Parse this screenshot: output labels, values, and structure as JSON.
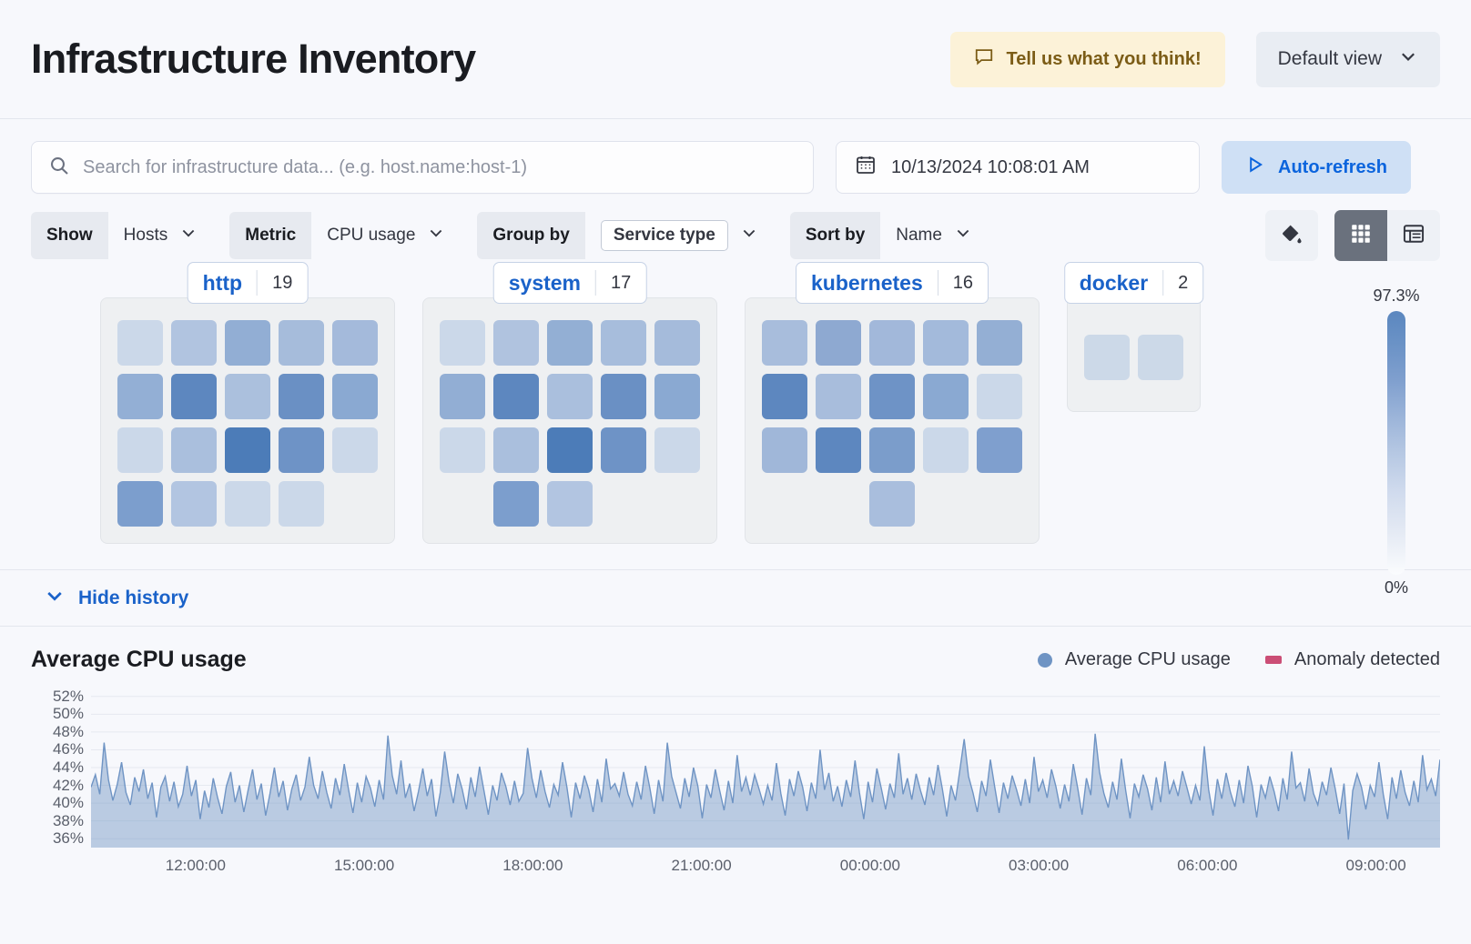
{
  "header": {
    "title": "Infrastructure Inventory",
    "feedback_label": "Tell us what you think!",
    "feedback_icon": "comment-icon",
    "view_label": "Default view",
    "view_icon": "chevron-down-icon"
  },
  "toolbar": {
    "search": {
      "placeholder": "Search for infrastructure data... (e.g. host.name:host-1)",
      "value": "",
      "icon": "search-icon"
    },
    "date": {
      "value": "10/13/2024 10:08:01 AM",
      "icon": "calendar-icon"
    },
    "refresh": {
      "label": "Auto-refresh",
      "icon": "play-icon"
    }
  },
  "filters": [
    {
      "label": "Show",
      "value": "Hosts",
      "boxed": false,
      "icon": "chevron-down-icon"
    },
    {
      "label": "Metric",
      "value": "CPU usage",
      "boxed": false,
      "icon": "chevron-down-icon"
    },
    {
      "label": "Group by",
      "value": "Service type",
      "boxed": true,
      "icon": "chevron-down-icon"
    },
    {
      "label": "Sort by",
      "value": "Name",
      "boxed": false,
      "icon": "chevron-down-icon"
    }
  ],
  "view_controls": {
    "palette_icon": "color-fill-icon",
    "grid_icon": "grid-view-icon",
    "table_icon": "table-view-icon",
    "active": "grid"
  },
  "legend": {
    "max_label": "97.3%",
    "min_label": "0%",
    "color_high": "#5b87bf",
    "color_low": "#fbfcfe"
  },
  "groups": [
    {
      "name": "http",
      "count": "19",
      "cells": [
        "#cbd8e9",
        "#b1c4e0",
        "#92aed4",
        "#a6bcdb",
        "#a4badb",
        "#93afd5",
        "#5d87bf",
        "#abc0dd",
        "#6a90c4",
        "#8aa9d2",
        "#cbd8e9",
        "#aabfdd",
        "#4c7cb8",
        "#6e93c6",
        "#cbd8e9",
        "#7c9ecd",
        "#b2c5e1",
        "#cbd8e9",
        "#cbd8e9"
      ]
    },
    {
      "name": "system",
      "count": "17",
      "cells": [
        "#cbd8e9",
        "#b0c3df",
        "#93afd4",
        "#a7bddc",
        "#a5bbdb",
        "#92aed4",
        "#5d87bf",
        "#aabfdd",
        "#6a90c4",
        "#8aa9d2",
        "#cbd8e9",
        "#aabfdd",
        "#4c7cb8",
        "#6e93c6",
        "#cbd8e9",
        "#7c9ecd",
        "#b2c5e1"
      ]
    },
    {
      "name": "kubernetes",
      "count": "16",
      "cells": [
        "#a8bddc",
        "#8ea9d1",
        "#a2b8da",
        "#a3badb",
        "#94afd4",
        "#5d87bf",
        "#a8bddc",
        "#6e93c6",
        "#8aa9d2",
        "#cbd8e9",
        "#a0b7d9",
        "#5d87bf",
        "#7b9dcb",
        "#cbd8e9",
        "#7f9fce",
        "#a9bedd"
      ]
    },
    {
      "name": "docker",
      "count": "2",
      "cells": [
        "#ccd9e8",
        "#ccd9e8"
      ]
    }
  ],
  "history_toggle": {
    "label": "Hide history",
    "icon": "chevron-down-icon"
  },
  "chart_data": {
    "type": "area",
    "title": "Average CPU usage",
    "xlabel": "",
    "ylabel": "",
    "ylim": [
      35,
      53
    ],
    "grid": true,
    "legend_position": "top-right",
    "legend": [
      {
        "name": "Average CPU usage",
        "color": "#6f94c4",
        "marker": "dot"
      },
      {
        "name": "Anomaly detected",
        "color": "#cb4e76",
        "marker": "square"
      }
    ],
    "ytick_labels": [
      "52%",
      "50%",
      "48%",
      "46%",
      "44%",
      "42%",
      "40%",
      "38%",
      "36%"
    ],
    "ytick_values": [
      52,
      50,
      48,
      46,
      44,
      42,
      40,
      38,
      36
    ],
    "xtick_labels": [
      "12:00:00",
      "15:00:00",
      "18:00:00",
      "21:00:00",
      "00:00:00",
      "03:00:00",
      "06:00:00",
      "09:00:00"
    ],
    "series": [
      {
        "name": "Average CPU usage",
        "color": "#6f94c4",
        "values": [
          41.8,
          43.2,
          41.0,
          46.8,
          42.6,
          40.3,
          42.1,
          44.6,
          41.2,
          39.8,
          42.9,
          41.3,
          43.8,
          40.5,
          42.3,
          38.4,
          41.8,
          43.0,
          40.2,
          42.4,
          39.6,
          41.0,
          44.2,
          40.8,
          42.6,
          38.2,
          41.4,
          39.5,
          42.8,
          40.6,
          38.8,
          41.9,
          43.5,
          40.1,
          42.0,
          39.0,
          41.5,
          43.8,
          40.4,
          42.2,
          38.6,
          41.1,
          44.0,
          40.7,
          42.5,
          39.2,
          41.6,
          43.2,
          40.3,
          41.8,
          45.2,
          42.0,
          40.5,
          43.6,
          41.2,
          39.4,
          42.8,
          40.9,
          44.4,
          41.5,
          38.9,
          42.3,
          40.1,
          43.0,
          41.7,
          39.6,
          42.6,
          40.4,
          47.6,
          43.1,
          41.0,
          44.8,
          40.6,
          42.2,
          39.1,
          41.3,
          43.9,
          40.8,
          42.7,
          38.5,
          41.2,
          45.8,
          42.4,
          40.0,
          43.3,
          41.6,
          39.3,
          42.9,
          40.7,
          44.1,
          41.4,
          38.7,
          42.0,
          40.3,
          43.4,
          41.9,
          39.8,
          42.5,
          40.2,
          41.1,
          46.2,
          42.8,
          40.6,
          43.7,
          41.3,
          39.5,
          42.1,
          40.9,
          44.6,
          41.8,
          38.4,
          42.3,
          40.5,
          43.1,
          41.5,
          39.0,
          42.7,
          40.1,
          45.0,
          41.6,
          42.2,
          40.8,
          43.5,
          41.0,
          39.7,
          42.4,
          40.4,
          44.2,
          41.7,
          38.8,
          42.6,
          40.2,
          46.8,
          43.0,
          41.2,
          39.4,
          42.8,
          40.7,
          44.0,
          41.9,
          38.3,
          42.1,
          40.6,
          43.8,
          41.4,
          39.2,
          42.5,
          40.0,
          45.4,
          41.3,
          42.9,
          40.9,
          43.2,
          41.6,
          39.9,
          42.0,
          40.3,
          44.5,
          41.1,
          38.6,
          42.7,
          40.8,
          43.6,
          41.8,
          39.1,
          42.3,
          40.5,
          46.0,
          41.5,
          43.4,
          40.2,
          41.9,
          39.6,
          42.6,
          40.7,
          44.8,
          41.2,
          38.2,
          42.4,
          40.1,
          43.9,
          41.7,
          39.3,
          42.2,
          40.6,
          45.6,
          41.0,
          42.8,
          40.4,
          43.3,
          41.4,
          39.8,
          42.9,
          40.9,
          44.3,
          41.6,
          38.5,
          42.0,
          40.3,
          43.7,
          47.2,
          43.0,
          41.2,
          39.0,
          42.5,
          40.8,
          44.9,
          41.8,
          38.9,
          42.3,
          40.5,
          43.1,
          41.5,
          39.7,
          42.7,
          40.0,
          45.2,
          41.3,
          42.6,
          40.6,
          43.8,
          41.9,
          39.4,
          42.1,
          40.2,
          44.4,
          41.7,
          38.7,
          42.8,
          40.9,
          47.8,
          43.5,
          41.1,
          39.5,
          42.4,
          40.4,
          45.0,
          41.4,
          38.3,
          42.2,
          40.7,
          43.2,
          41.6,
          39.2,
          42.9,
          40.1,
          44.7,
          41.0,
          42.5,
          40.8,
          43.6,
          41.8,
          39.9,
          42.0,
          40.3,
          46.4,
          41.5,
          38.6,
          42.7,
          40.5,
          43.4,
          41.2,
          39.6,
          42.6,
          40.0,
          44.2,
          41.9,
          38.4,
          42.1,
          40.6,
          43.0,
          41.3,
          39.1,
          42.8,
          40.4,
          45.8,
          41.7,
          42.3,
          40.2,
          43.9,
          41.1,
          39.8,
          42.4,
          40.9,
          44.0,
          41.6,
          38.8,
          42.2,
          35.9,
          41.4,
          43.3,
          41.8,
          39.3,
          42.0,
          40.7,
          44.6,
          41.0,
          38.2,
          42.9,
          40.5,
          43.7,
          41.2,
          39.7,
          42.5,
          40.1,
          45.4,
          41.5,
          42.7,
          40.8,
          44.9
        ]
      }
    ]
  }
}
